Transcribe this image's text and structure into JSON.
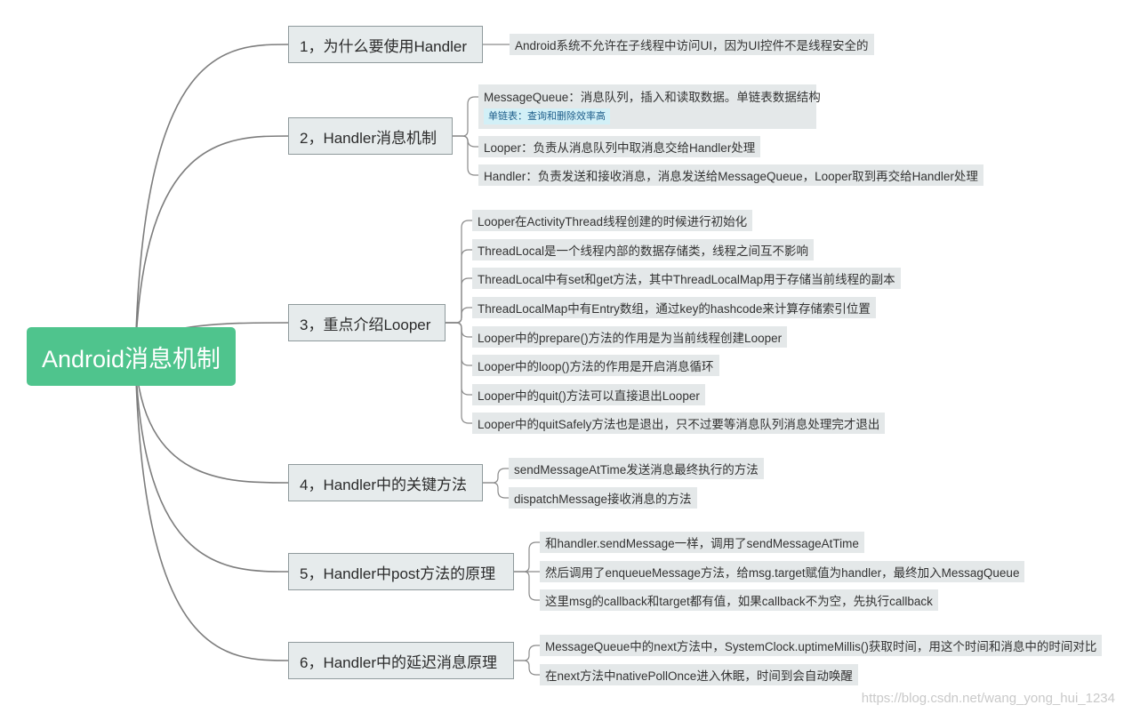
{
  "root": {
    "label": "Android消息机制"
  },
  "branches": [
    {
      "label": "1，为什么要使用Handler",
      "leaves": [
        "Android系统不允许在子线程中访问UI，因为UI控件不是线程安全的"
      ]
    },
    {
      "label": "2，Handler消息机制",
      "leaves": [
        "MessageQueue：消息队列，插入和读取数据。单链表数据结构",
        "Looper：负责从消息队列中取消息交给Handler处理",
        "Handler：负责发送和接收消息，消息发送给MessageQueue，Looper取到再交给Handler处理"
      ],
      "note": "单链表：查询和删除效率高"
    },
    {
      "label": "3，重点介绍Looper",
      "leaves": [
        "Looper在ActivityThread线程创建的时候进行初始化",
        "ThreadLocal是一个线程内部的数据存储类，线程之间互不影响",
        "ThreadLocal中有set和get方法，其中ThreadLocalMap用于存储当前线程的副本",
        "ThreadLocalMap中有Entry数组，通过key的hashcode来计算存储索引位置",
        "Looper中的prepare()方法的作用是为当前线程创建Looper",
        "Looper中的loop()方法的作用是开启消息循环",
        "Looper中的quit()方法可以直接退出Looper",
        "Looper中的quitSafely方法也是退出，只不过要等消息队列消息处理完才退出"
      ]
    },
    {
      "label": "4，Handler中的关键方法",
      "leaves": [
        "sendMessageAtTime发送消息最终执行的方法",
        "dispatchMessage接收消息的方法"
      ]
    },
    {
      "label": "5，Handler中post方法的原理",
      "leaves": [
        "和handler.sendMessage一样，调用了sendMessageAtTime",
        "然后调用了enqueueMessage方法，给msg.target赋值为handler，最终加入MessagQueue",
        "这里msg的callback和target都有值，如果callback不为空，先执行callback"
      ]
    },
    {
      "label": "6，Handler中的延迟消息原理",
      "leaves": [
        "MessageQueue中的next方法中，SystemClock.uptimeMillis()获取时间，用这个时间和消息中的时间对比",
        "在next方法中nativePollOnce进入休眠，时间到会自动唤醒"
      ]
    }
  ],
  "watermark": "https://blog.csdn.net/wang_yong_hui_1234",
  "colors": {
    "root_bg": "#4fc48d",
    "branch_bg": "#e6ebec",
    "leaf_bg": "#e4e8e9",
    "note_bg": "#d2f0f7",
    "line": "#7d7d7d"
  }
}
